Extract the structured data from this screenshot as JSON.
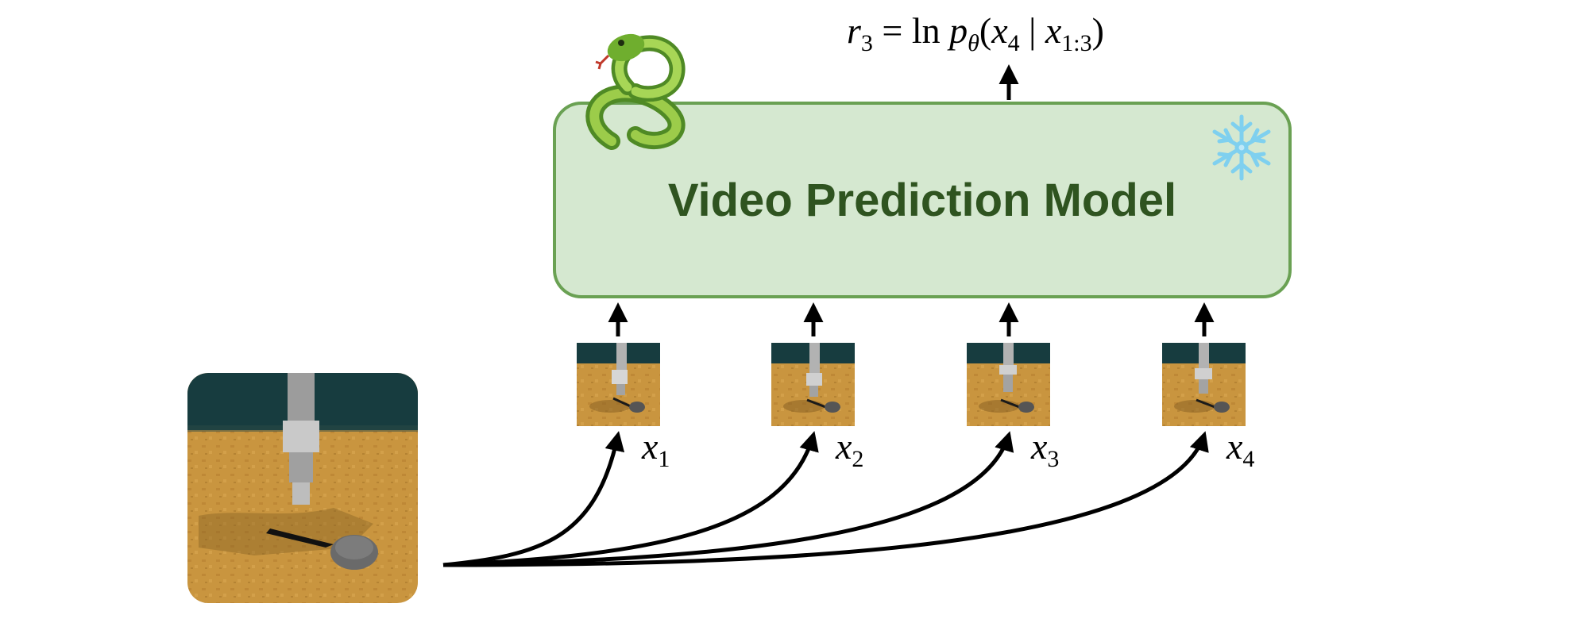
{
  "model": {
    "title": "Video Prediction Model",
    "fill": "#d5e8d0",
    "stroke": "#6aa153",
    "text_color": "#2f5420",
    "snake_icon": "snake-icon",
    "frozen_icon": "snowflake-icon"
  },
  "reward": {
    "r": "r",
    "r_sub": "3",
    "equals": " = ",
    "ln": "ln ",
    "p": "p",
    "theta": "θ",
    "open": "(",
    "x": "x",
    "x_sub": "4",
    "bar": " | ",
    "x2": "x",
    "x2_sub": "1:3",
    "close": ")"
  },
  "frames": [
    {
      "var": "x",
      "sub": "1"
    },
    {
      "var": "x",
      "sub": "2"
    },
    {
      "var": "x",
      "sub": "3"
    },
    {
      "var": "x",
      "sub": "4"
    }
  ],
  "colors": {
    "arrow": "#000000",
    "wall": "#173c3f",
    "floor": "#c9953f",
    "floor_dark": "#b07f30",
    "robot": "#a9a9a9",
    "robot_dark": "#8a8a8a"
  }
}
